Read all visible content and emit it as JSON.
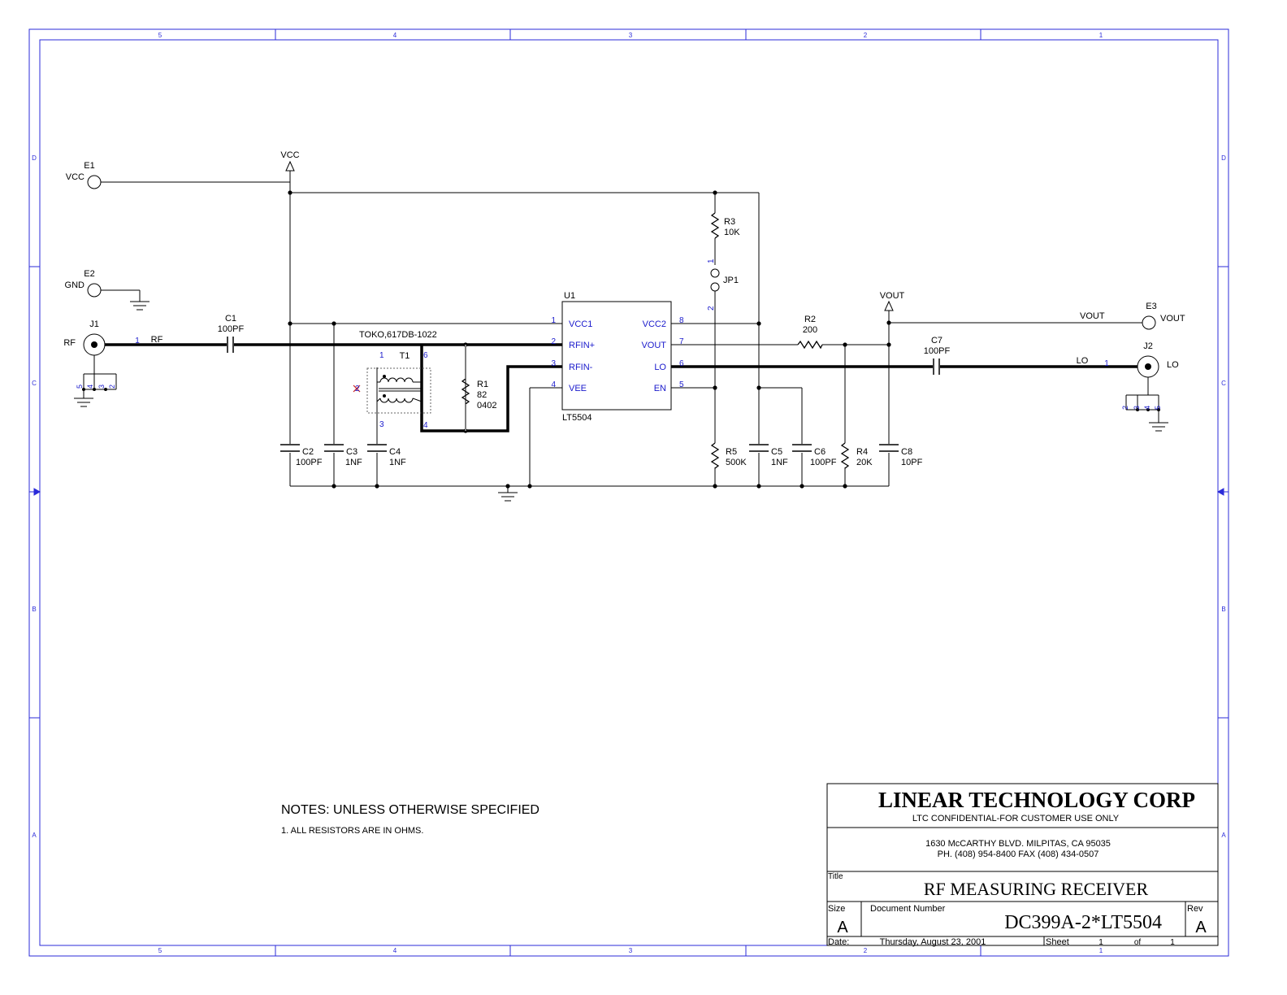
{
  "colors": {
    "frame": "#2b2bd9",
    "wire": "#000000",
    "pin": "#1a1acc",
    "mark": "#cc2222"
  },
  "frame": {
    "cols": [
      "5",
      "4",
      "3",
      "2",
      "1"
    ],
    "rows": [
      "D",
      "C",
      "B",
      "A"
    ]
  },
  "ports": {
    "e1": {
      "ref": "E1",
      "net": "VCC"
    },
    "e2": {
      "ref": "E2",
      "net": "GND"
    },
    "e3": {
      "ref": "E3",
      "net": "VOUT"
    },
    "j1": {
      "ref": "J1",
      "net": "RF",
      "pin": "1",
      "pins": [
        "5",
        "4",
        "3",
        "2"
      ]
    },
    "j2": {
      "ref": "J2",
      "net": "LO",
      "pin": "1",
      "pins": [
        "2",
        "3",
        "4",
        "5"
      ]
    },
    "vcc_flag": "VCC",
    "vout_flag": "VOUT"
  },
  "nets": {
    "rf": "RF",
    "vout": "VOUT",
    "lo": "LO"
  },
  "components": {
    "c1": {
      "ref": "C1",
      "value": "100PF"
    },
    "c2": {
      "ref": "C2",
      "value": "100PF"
    },
    "c3": {
      "ref": "C3",
      "value": "1NF"
    },
    "c4": {
      "ref": "C4",
      "value": "1NF"
    },
    "c5": {
      "ref": "C5",
      "value": "1NF"
    },
    "c6": {
      "ref": "C6",
      "value": "100PF"
    },
    "c7": {
      "ref": "C7",
      "value": "100PF"
    },
    "c8": {
      "ref": "C8",
      "value": "10PF"
    },
    "r1": {
      "ref": "R1",
      "value": "82",
      "pkg": "0402"
    },
    "r2": {
      "ref": "R2",
      "value": "200"
    },
    "r3": {
      "ref": "R3",
      "value": "10K"
    },
    "r4": {
      "ref": "R4",
      "value": "20K"
    },
    "r5": {
      "ref": "R5",
      "value": "500K"
    },
    "jp1": {
      "ref": "JP1",
      "pin1": "1",
      "pin2": "2"
    },
    "t1": {
      "ref": "T1",
      "part": "TOKO,617DB-1022",
      "pins": [
        "1",
        "6",
        "2",
        "3",
        "4"
      ]
    },
    "u1": {
      "ref": "U1",
      "part": "LT5504",
      "left": [
        {
          "num": "1",
          "name": "VCC1"
        },
        {
          "num": "2",
          "name": "RFIN+"
        },
        {
          "num": "3",
          "name": "RFIN-"
        },
        {
          "num": "4",
          "name": "VEE"
        }
      ],
      "right": [
        {
          "num": "8",
          "name": "VCC2"
        },
        {
          "num": "7",
          "name": "VOUT"
        },
        {
          "num": "6",
          "name": "LO"
        },
        {
          "num": "5",
          "name": "EN"
        }
      ]
    }
  },
  "notes": {
    "title": "NOTES: UNLESS OTHERWISE SPECIFIED",
    "item1": "1.  ALL RESISTORS ARE IN OHMS."
  },
  "title_block": {
    "company": "LINEAR TECHNOLOGY CORP",
    "confidential": "LTC CONFIDENTIAL-FOR CUSTOMER USE ONLY",
    "address": "1630 McCARTHY BLVD. MILPITAS, CA 95035",
    "phone": "PH. (408) 954-8400  FAX (408) 434-0507",
    "title_label": "Title",
    "title": "RF MEASURING RECEIVER",
    "size_label": "Size",
    "size": "A",
    "docnum_label": "Document Number",
    "docnum": "DC399A-2*LT5504",
    "rev_label": "Rev",
    "rev": "A",
    "date_label": "Date:",
    "date": "Thursday, August 23, 2001",
    "sheet_label": "Sheet",
    "sheet": "1",
    "of_label": "of",
    "sheets": "1"
  }
}
